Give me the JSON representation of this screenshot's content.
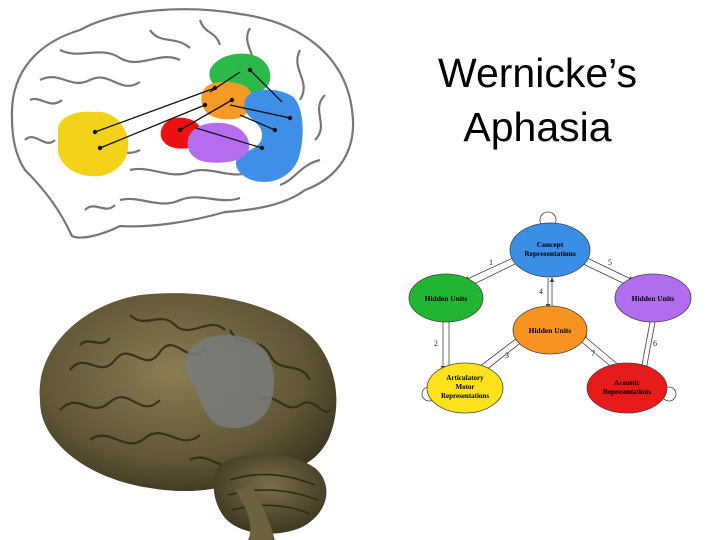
{
  "slide": {
    "title_line1": "Wernicke’s",
    "title_line2": "Aphasia"
  },
  "network": {
    "nodes": {
      "concept": {
        "line1": "Concept",
        "line2": "Representations",
        "color": "#3a8ee6"
      },
      "hidden_left": {
        "label": "Hidden Units",
        "color": "#22b531"
      },
      "hidden_right": {
        "label": "Hidden Units",
        "color": "#b26cf0"
      },
      "hidden_center": {
        "label": "Hidden Units",
        "color": "#f79321"
      },
      "articulatory": {
        "line1": "Articulatory",
        "line2": "Motor",
        "line3": "Representations",
        "color": "#ffe21a"
      },
      "acoustic": {
        "line1": "Acoustic",
        "line2": "Representations",
        "color": "#e81a1a"
      }
    },
    "edge_numbers": [
      "1",
      "5",
      "4",
      "2",
      "3",
      "7",
      "6"
    ]
  },
  "colors": {
    "region_yellow": "#f5d21a",
    "region_red": "#ee1111",
    "region_orange": "#f79a26",
    "region_green": "#2db84a",
    "region_blue": "#3f8ee8",
    "region_purple": "#b46cf0"
  }
}
